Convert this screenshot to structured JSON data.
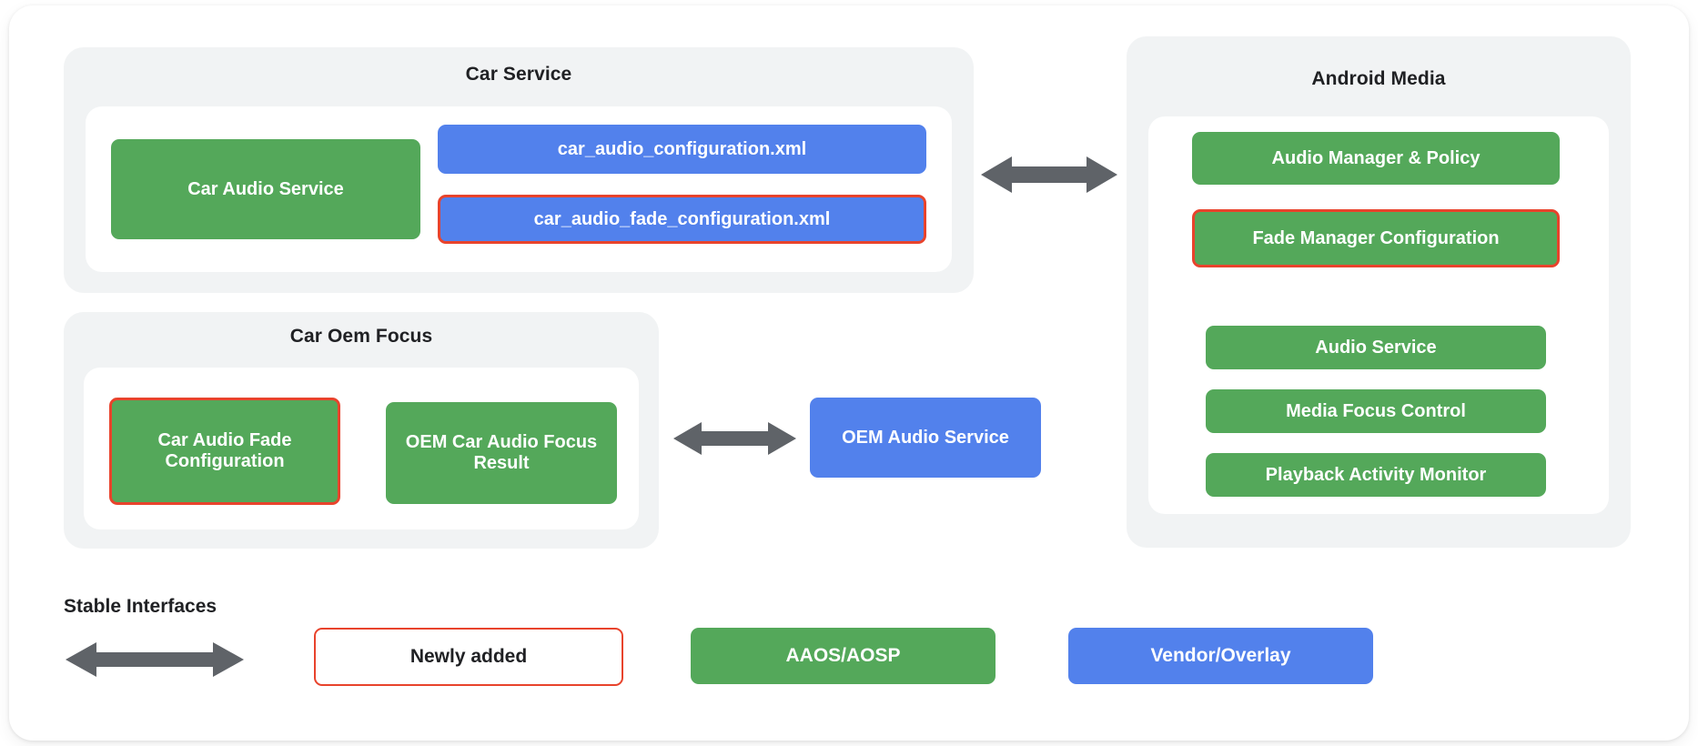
{
  "colors": {
    "green": "#54a85a",
    "blue": "#5281ec",
    "newly_added_outline": "#e8432c",
    "group_background": "#f1f3f4",
    "card_background": "#ffffff",
    "arrow": "#5f6368",
    "text_dark": "#202124"
  },
  "groups": {
    "car_service": {
      "title": "Car Service",
      "nodes": [
        {
          "label": "Car Audio Service",
          "type": "green",
          "newly_added": false
        },
        {
          "label": "car_audio_configuration.xml",
          "type": "blue",
          "newly_added": false
        },
        {
          "label": "car_audio_fade_configuration.xml",
          "type": "blue",
          "newly_added": true
        }
      ]
    },
    "car_oem_focus": {
      "title": "Car Oem Focus",
      "nodes": [
        {
          "label": "Car Audio Fade Configuration",
          "type": "green",
          "newly_added": true
        },
        {
          "label": "OEM Car Audio Focus Result",
          "type": "green",
          "newly_added": false
        }
      ]
    },
    "android_media": {
      "title": "Android Media",
      "nodes": [
        {
          "label": "Audio Manager & Policy",
          "type": "green",
          "newly_added": false
        },
        {
          "label": "Fade Manager Configuration",
          "type": "green",
          "newly_added": true
        },
        {
          "label": "Audio Service",
          "type": "green",
          "newly_added": false
        },
        {
          "label": "Media Focus Control",
          "type": "green",
          "newly_added": false
        },
        {
          "label": "Playback Activity Monitor",
          "type": "green",
          "newly_added": false
        }
      ]
    }
  },
  "standalone_nodes": [
    {
      "label": "OEM Audio Service",
      "type": "blue",
      "newly_added": false
    }
  ],
  "connections": [
    {
      "name": "car-service-to-android-media",
      "style": "double-arrow"
    },
    {
      "name": "car-oem-focus-to-oem-audio-service",
      "style": "double-arrow"
    }
  ],
  "legend": {
    "stable_interfaces_label": "Stable Interfaces",
    "items": [
      {
        "label": "Newly added",
        "style": "outline"
      },
      {
        "label": "AAOS/AOSP",
        "style": "green"
      },
      {
        "label": "Vendor/Overlay",
        "style": "blue"
      }
    ]
  }
}
